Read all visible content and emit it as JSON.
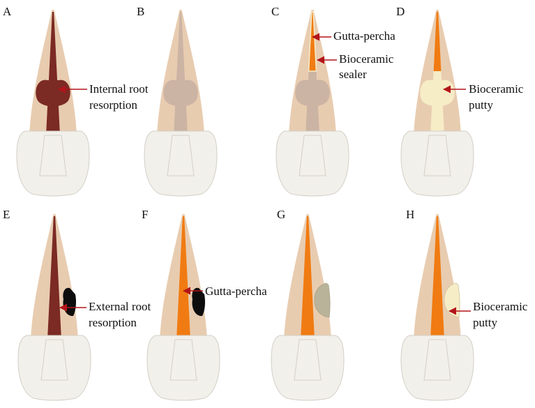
{
  "colors": {
    "root": "#e8ccb0",
    "crown": "#f2f0ea",
    "crown_outline": "#d2cfc6",
    "canal_dark": "#7b2a24",
    "gutta_percha": "#f07b12",
    "bioceramic_putty": "#f6ecc6",
    "filled_canal_gray": "#cbb4a4",
    "external_lesion": "#0d0d0d",
    "gray_fill": "#b9b39a",
    "arrow": "#b3141a"
  },
  "panels": [
    {
      "letter": "A"
    },
    {
      "letter": "B"
    },
    {
      "letter": "C"
    },
    {
      "letter": "D"
    },
    {
      "letter": "E"
    },
    {
      "letter": "F"
    },
    {
      "letter": "G"
    },
    {
      "letter": "H"
    }
  ],
  "callouts": {
    "internal_resorption": [
      "Internal root",
      "resorption"
    ],
    "gutta_percha_c": [
      "Gutta-percha"
    ],
    "bioceramic_sealer": [
      "Bioceramic",
      "sealer"
    ],
    "bioceramic_putty_d": [
      "Bioceramic",
      "putty"
    ],
    "external_resorption": [
      "External root",
      "resorption"
    ],
    "gutta_percha_f": [
      "Gutta-percha"
    ],
    "bioceramic_putty_h": [
      "Bioceramic",
      "putty"
    ]
  }
}
